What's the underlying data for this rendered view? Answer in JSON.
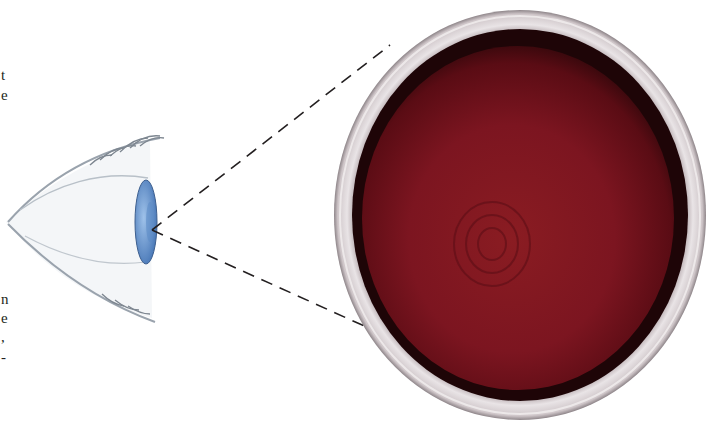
{
  "diagram": {
    "labels": [
      "t",
      "e",
      "n",
      "e",
      ",",
      "-"
    ]
  }
}
